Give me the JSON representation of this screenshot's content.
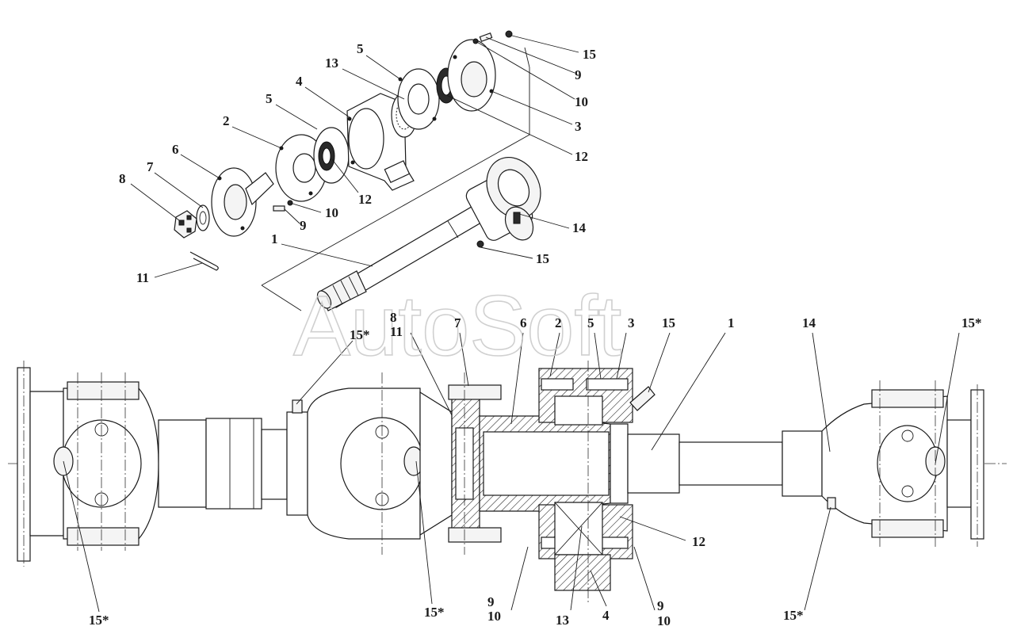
{
  "watermark": "AutoSoft",
  "upper_view": {
    "labels": [
      "15",
      "9",
      "10",
      "3",
      "12",
      "5",
      "13",
      "4",
      "5",
      "2",
      "12",
      "6",
      "7",
      "8",
      "10",
      "9",
      "14",
      "1",
      "15",
      "11"
    ]
  },
  "lower_view": {
    "labels": [
      "15*",
      "8",
      "11",
      "7",
      "6",
      "2",
      "5",
      "3",
      "15",
      "1",
      "14",
      "15*",
      "12",
      "9",
      "10",
      "13",
      "4",
      "9",
      "10",
      "15*",
      "15*",
      "15*"
    ]
  }
}
